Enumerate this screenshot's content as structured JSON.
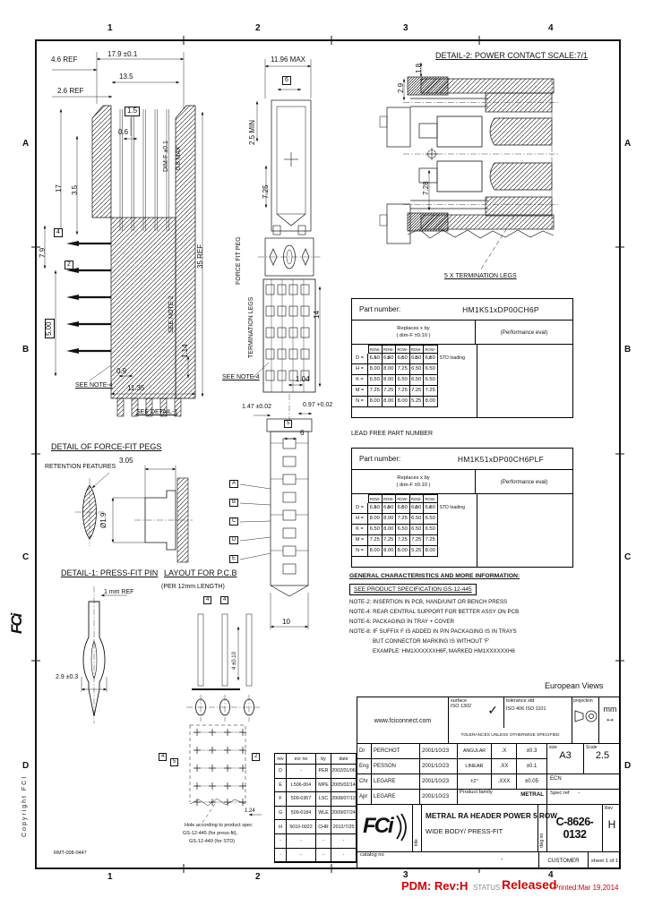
{
  "sheet": {
    "zones_top": [
      "1",
      "2",
      "3",
      "4"
    ],
    "zones_bottom": [
      "1",
      "2",
      "3",
      "4"
    ],
    "zones_left": [
      "A",
      "B",
      "C",
      "D"
    ],
    "zones_right": [
      "A",
      "B",
      "C",
      "D"
    ],
    "stamp": "RMT-008-0447",
    "copyright": "Copyright FCI",
    "margin_logo": "FCi",
    "status": {
      "pdm": "PDM: Rev:H",
      "status_label": "STATUS:",
      "status_value": "Released",
      "printed": "Printed:Mar 19,2014"
    }
  },
  "dims": {
    "side": [
      "4.6 REF",
      "17.9 ±0.1",
      "13.5",
      "2.6 REF",
      "1.5",
      "0.6",
      "17",
      "3.5",
      "DIM-F ±0.1",
      "0.8 MAX",
      "35 REF",
      "7.9",
      "4",
      "2",
      "5.00",
      "SEE NOTE-2",
      "1.14",
      "0.9",
      "11.35",
      "SEE NOTE-4",
      "SEE DETAIL-1"
    ],
    "front": [
      "11.96 MAX",
      "6",
      "2.5 MIN",
      "7.25",
      "FORCE FIT PEG",
      "TERMINATION LEGS",
      "SEE NOTE-4",
      "1.04",
      "14",
      "1.47 ±0.02",
      "0.97 +0.02",
      "5",
      "6",
      "10",
      "A",
      "B",
      "C",
      "D",
      "E"
    ],
    "detail2": [
      "DETAIL-2: POWER CONTACT SCALE:7/1",
      "2.9",
      "1.8",
      "7.28",
      "5 X TERMINATION LEGS"
    ],
    "pegs": [
      "DETAIL OF FORCE-FIT PEGS",
      "RETENTION FEATURES",
      "3.05",
      "Ø1.9"
    ],
    "pin": [
      "DETAIL-1: PRESS-FIT PIN",
      "1 mm REF",
      "2.9 ±0.3"
    ],
    "pcb": [
      "LAYOUT FOR P.C.B",
      "(PER 12mm LENGTH)",
      "4",
      "4",
      "4 ±0.10",
      "4",
      "5",
      "2",
      "1.24",
      "Hole according to product spec",
      "GS-12-445 (for press-fit),",
      "GS-12-449 (for STD)"
    ]
  },
  "tables": {
    "leadfree_caption": "LEAD FREE PART NUMBER",
    "std": {
      "part_label": "Part number:",
      "part_number": "HM1K51xDP00CH6P",
      "replaces": "Replaces x by",
      "dimf": "( dim-F ±0.10 )",
      "perf": "(Performance eval)",
      "cols": [
        "ROW-A",
        "ROW-B",
        "ROW-C",
        "ROW-D",
        "ROW-E"
      ],
      "rows": [
        [
          "D =",
          "6.50",
          "6.50",
          "6.50",
          "6.50",
          "6.50",
          "STD loading"
        ],
        [
          "H =",
          "8.00",
          "8.00",
          "7.25",
          "6.50",
          "6.50",
          ""
        ],
        [
          "K =",
          "6.50",
          "8.00",
          "6.50",
          "6.50",
          "6.50",
          ""
        ],
        [
          "M =",
          "7.25",
          "7.25",
          "7.25",
          "7.25",
          "7.25",
          ""
        ],
        [
          "N =",
          "8.00",
          "8.00",
          "8.00",
          "5.25",
          "8.00",
          ""
        ]
      ]
    },
    "leadfree": {
      "part_label": "Part number:",
      "part_number": "HM1K51xDP00CH6PLF",
      "replaces": "Replaces x by",
      "dimf": "( dim-F ±0.10 )",
      "perf": "(Performance eval)",
      "cols": [
        "ROW-A",
        "ROW-B",
        "ROW-C",
        "ROW-D",
        "ROW-E"
      ],
      "rows": [
        [
          "D =",
          "6.50",
          "6.50",
          "6.50",
          "6.50",
          "6.50",
          "STD loading"
        ],
        [
          "H =",
          "8.00",
          "8.00",
          "7.25",
          "6.50",
          "6.50",
          ""
        ],
        [
          "K =",
          "6.50",
          "8.00",
          "6.50",
          "6.50",
          "6.50",
          ""
        ],
        [
          "M =",
          "7.25",
          "7.25",
          "7.25",
          "7.25",
          "7.25",
          ""
        ],
        [
          "N =",
          "8.00",
          "8.00",
          "8.00",
          "5.25",
          "8.00",
          ""
        ]
      ]
    }
  },
  "notes": {
    "heading": "GENERAL CHARACTERISTICS AND MORE INFORMATION:",
    "spec_box": "SEE PRODUCT SPECIFICATION GS-12-445",
    "items": [
      "NOTE-2: INSERTION IN PCB, HAND/UNIT OR BENCH PRESS",
      "NOTE-4: REAR CENTRAL SUPPORT FOR BETTER ASSY ON PCB",
      "NOTE-6: PACKAGING IN TRAY + COVER",
      "NOTE-8: IF SUFFIX F IS ADDED IN P/N PACKAGING IS IN TRAYS",
      "BUT CONNECTOR MARKING IS WITHOUT 'F'",
      "EXAMPLE: HM1XXXXXXH6F, MARKED HM1XXXXXXH6"
    ]
  },
  "titleblock": {
    "european_views": "European Views",
    "url": "www.fciconnect.com",
    "surface_label": "surface",
    "surface_std": "ISO 1302",
    "surface_check": "✓",
    "tol_label": "tolerance std",
    "tol_std": "ISO 406 ISO 1101",
    "projection_label": "projection",
    "units": "mm",
    "units_arrow": "↔",
    "tolerances_note": "TOLERANCES UNLESS OTHERWISE SPECIFIED",
    "sig_rows": [
      [
        "Dr",
        "PERCHOT",
        "2001/10/23"
      ],
      [
        "Eng",
        "PESSON",
        "2001/10/23"
      ],
      [
        "Chr",
        "LEGARE",
        "2001/10/23"
      ],
      [
        "Apr",
        "LEGARE",
        "2001/10/23"
      ]
    ],
    "angular_label": "ANGULAR",
    "linear_label": "LINEAR",
    "angular_tol": "±2°",
    "tol_rows": [
      [
        ".X",
        "±0.3"
      ],
      [
        ".XX",
        "±0.1"
      ],
      [
        ".XXX",
        "±0.05"
      ]
    ],
    "size_label": "size",
    "size": "A3",
    "scale_label": "Scale",
    "scale": "2.5",
    "ecn": "ECN",
    "pf_label": "Product family",
    "pf_value": "METRAL",
    "spec_label": "Spec ref",
    "spec_value": "-",
    "brand": "FCi",
    "title_label": "title",
    "title_line1": "METRAL RA HEADER POWER 5 ROW",
    "title_line2": "WIDE BODY/ PRESS-FIT",
    "dwg_label": "dwg no",
    "dwg_no": "C-8626-0132",
    "rev_label": "Rev",
    "rev": "H",
    "catalog_label": "catalog no",
    "catalog_value": "-",
    "customer": "CUSTOMER",
    "sheet": "sheet 1 of 1"
  },
  "revisions": {
    "cols": [
      "rev",
      "ecr no",
      "by",
      "date"
    ],
    "rows": [
      [
        "D",
        "-",
        "PER",
        "2002/01/06"
      ],
      [
        "E",
        "L506-004",
        "MPE",
        "2005/02/14"
      ],
      [
        "F",
        "509-0367",
        "LSC",
        "2008/07/12"
      ],
      [
        "G",
        "509-0184",
        "WLE",
        "2009/07/24"
      ],
      [
        "H",
        "5010-0022",
        "CHR",
        "2012/7/25"
      ],
      [
        "-",
        "-",
        "-",
        "-"
      ],
      [
        "-",
        "-",
        "-",
        "-"
      ]
    ]
  }
}
